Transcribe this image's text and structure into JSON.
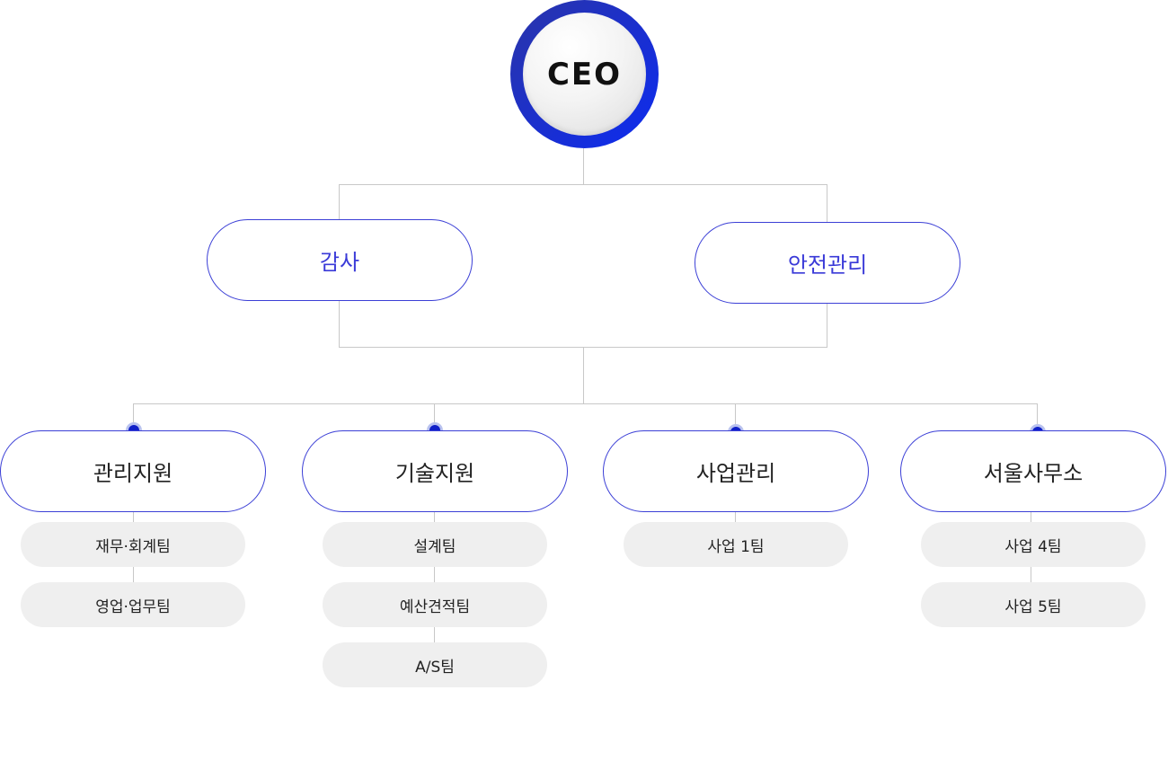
{
  "ceo": {
    "label": "CEO"
  },
  "top_units": [
    {
      "label": "감사"
    },
    {
      "label": "안전관리"
    }
  ],
  "departments": [
    {
      "label": "관리지원",
      "teams": [
        "재무·회계팀",
        "영업·업무팀"
      ]
    },
    {
      "label": "기술지원",
      "teams": [
        "설계팀",
        "예산견적팀",
        "A/S팀"
      ]
    },
    {
      "label": "사업관리",
      "teams": [
        "사업 1팀"
      ]
    },
    {
      "label": "서울사무소",
      "teams": [
        "사업 4팀",
        "사업 5팀"
      ]
    }
  ],
  "colors": {
    "accent": "#3b3fd6",
    "ceo_ring": "#1a2fd0",
    "team_bg": "#efefef",
    "connector": "#c8c8c8"
  }
}
